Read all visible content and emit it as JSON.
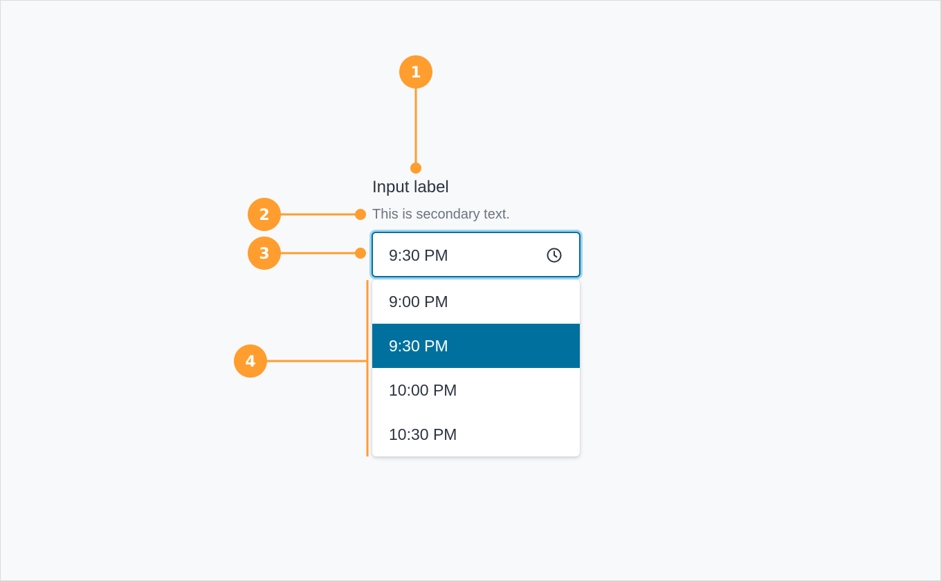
{
  "field": {
    "label": "Input label",
    "helper_text": "This is secondary text.",
    "value": "9:30 PM",
    "icon": "clock-icon"
  },
  "dropdown": {
    "options": [
      {
        "label": "9:00 PM",
        "selected": false
      },
      {
        "label": "9:30 PM",
        "selected": true
      },
      {
        "label": "10:00 PM",
        "selected": false
      },
      {
        "label": "10:30 PM",
        "selected": false
      }
    ]
  },
  "annotations": {
    "markers": [
      "1",
      "2",
      "3",
      "4"
    ]
  },
  "colors": {
    "annotation": "#ff9d2e",
    "selected_option": "#00719e",
    "focus_ring": "#9fd4ef",
    "text": "#2c3440",
    "secondary_text": "#6b7480",
    "background": "#f8f9fb"
  }
}
